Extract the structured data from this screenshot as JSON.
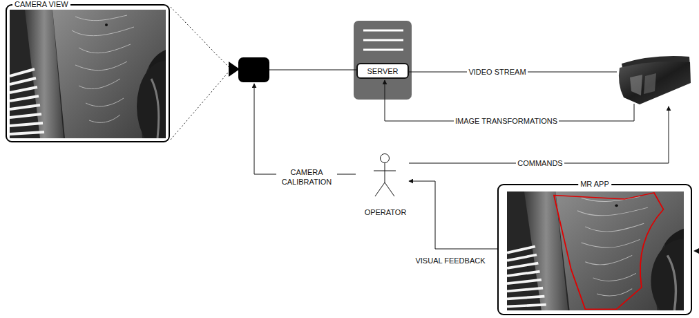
{
  "diagram": {
    "nodes": [
      {
        "text": [
          "CAMERA VIEW"
        ]
      },
      {
        "text": [
          "SERVER"
        ]
      },
      {
        "text": [
          "OPERATOR"
        ]
      },
      {
        "text": [
          "MR APP"
        ]
      }
    ],
    "edges": [
      {
        "from": 3,
        "to": 2,
        "arrow": "to",
        "label": "VISUAL FEEDBACK"
      }
    ],
    "labels": [
      "VIDEO STREAM",
      "IMAGE TRANSFORMATIONS",
      "COMMANDS",
      "CAMERA CALIBRATION"
    ]
  }
}
